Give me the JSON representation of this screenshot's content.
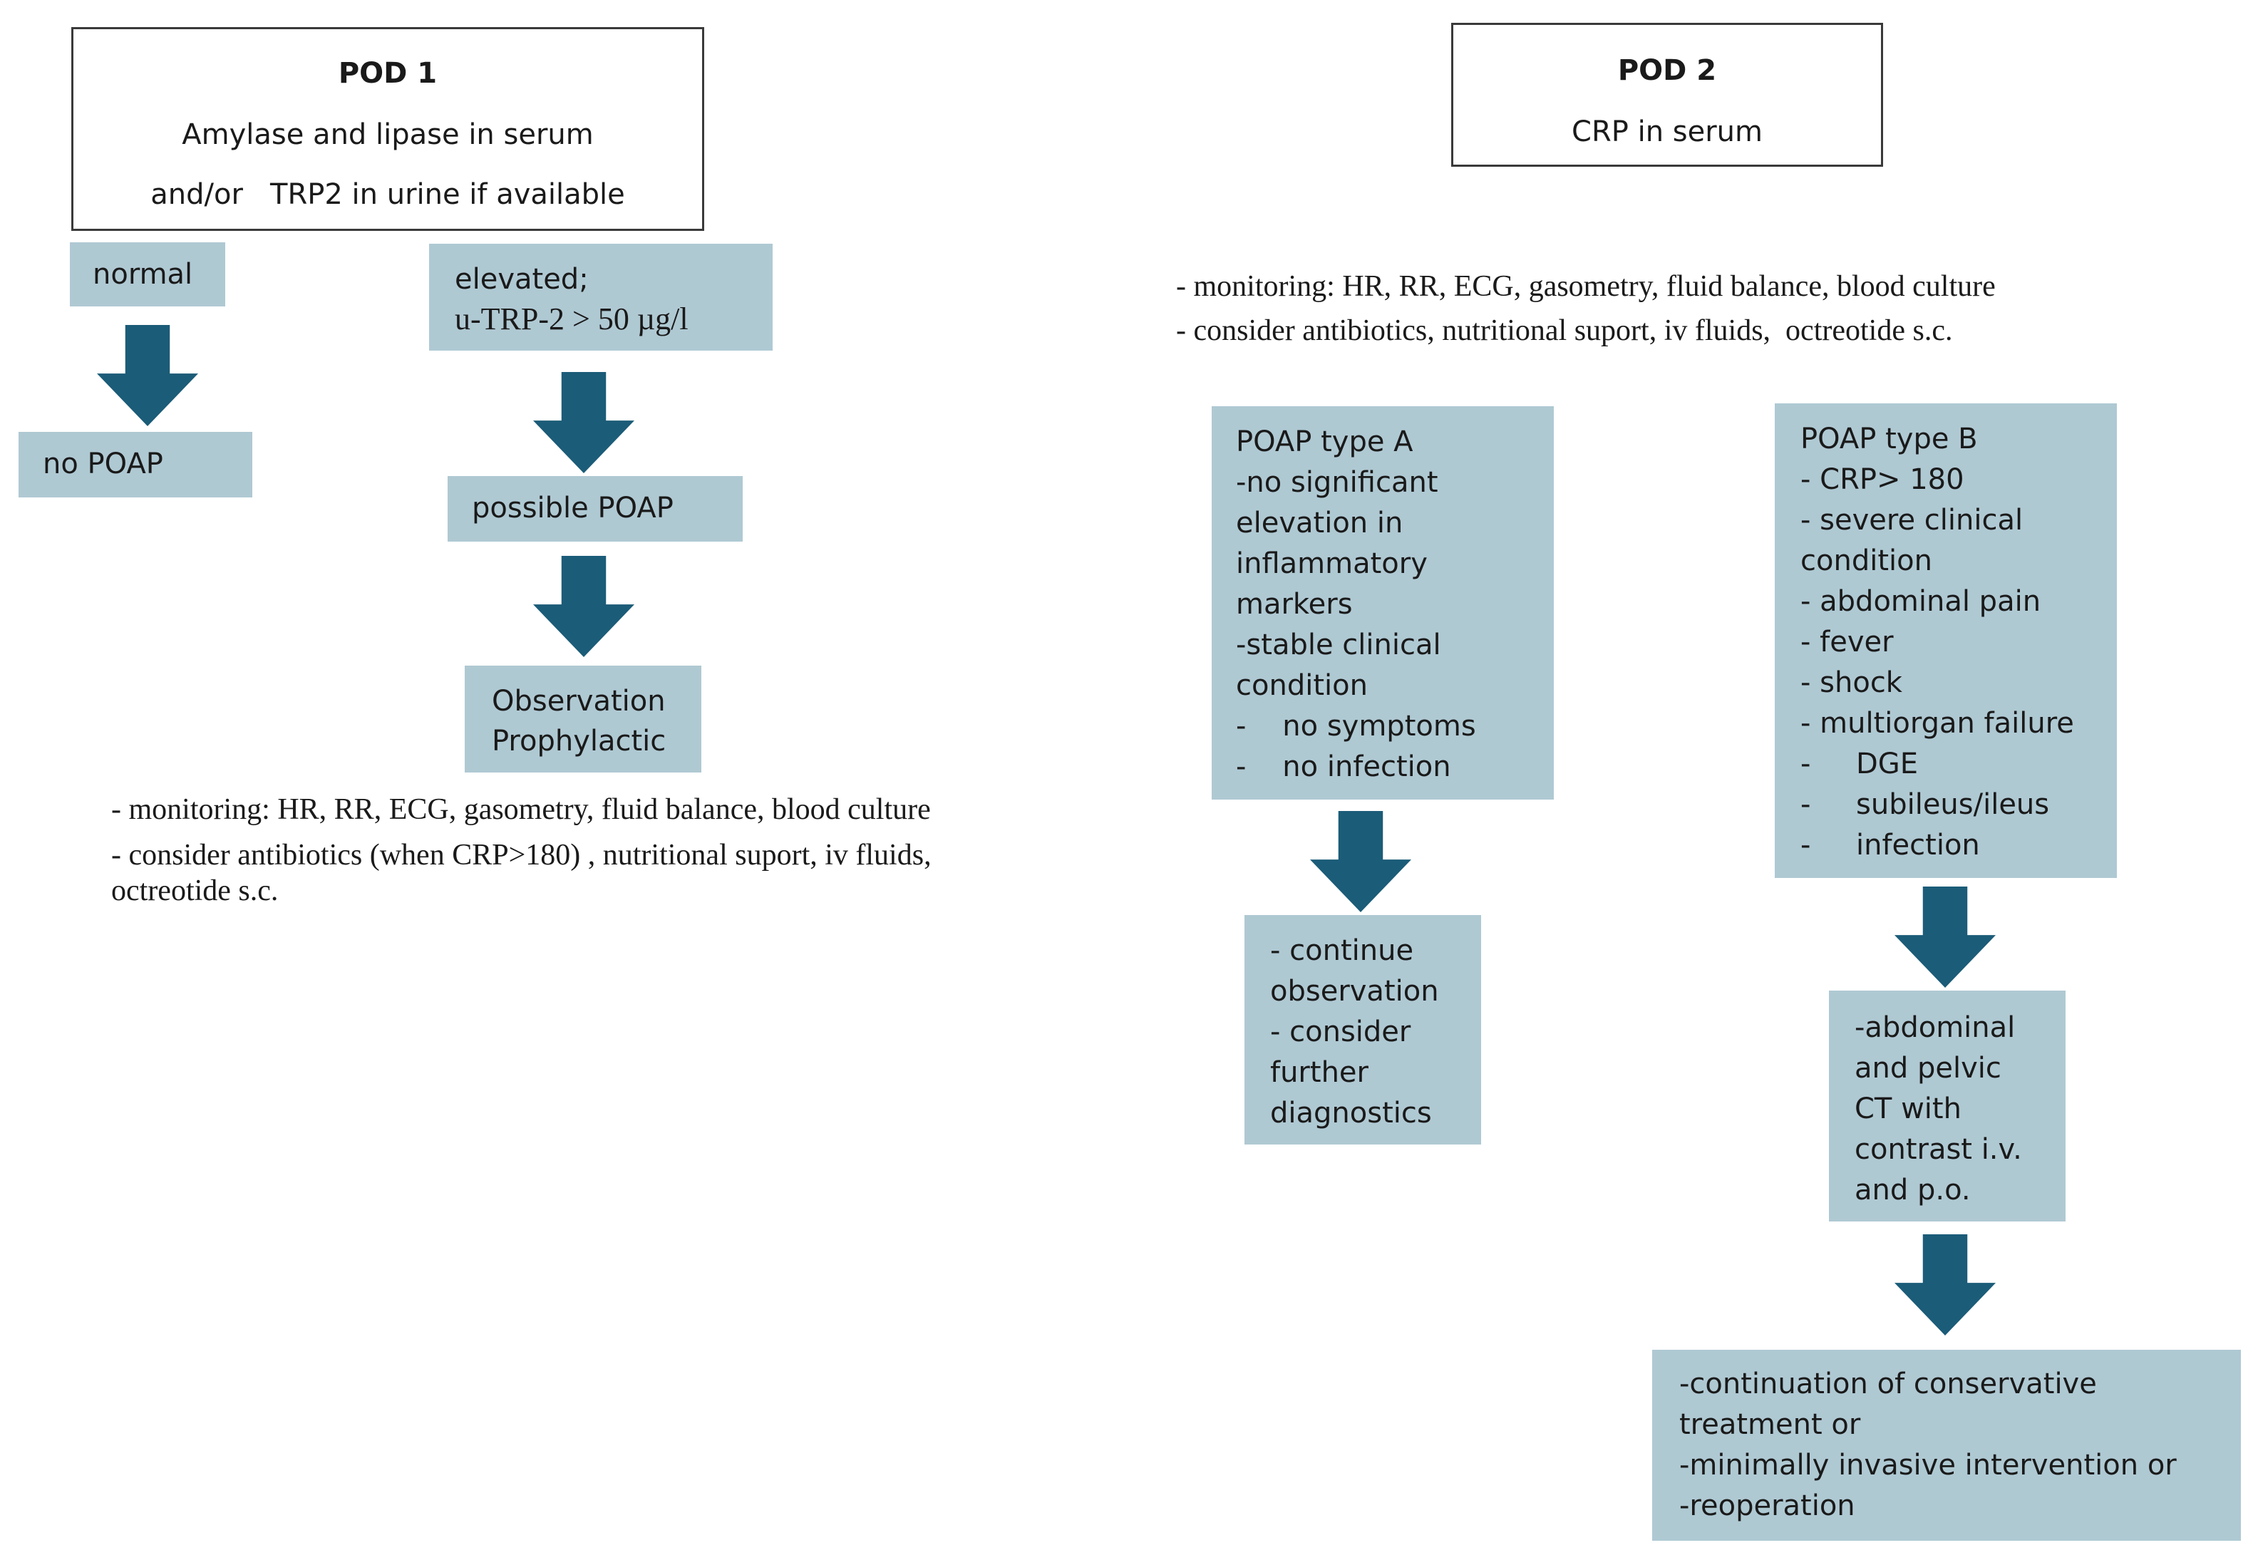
{
  "colors": {
    "box_fill": "#afc9d3",
    "arrow": "#1b5c78",
    "border": "#3a3a3a"
  },
  "pod1": {
    "title": "POD 1",
    "line1": "Amylase and lipase in serum",
    "line2": "and/or   TRP2 in urine if available",
    "normal": "normal",
    "no_poap": "no POAP",
    "elevated_1": "elevated;",
    "elevated_2": "u-TRP-2 > 50 µg/l",
    "possible": "possible POAP",
    "observation_1": "Observation",
    "observation_2": "Prophylactic",
    "note_1": "- monitoring: HR, RR, ECG, gasometry, fluid balance, blood culture",
    "note_2": "- consider antibiotics (when CRP>180) , nutritional suport, iv fluids,",
    "note_3": "octreotide s.c."
  },
  "pod2": {
    "title": "POD 2",
    "line1": "CRP in serum",
    "note_1": "- monitoring: HR, RR, ECG, gasometry, fluid balance, blood culture",
    "note_2": "- consider antibiotics, nutritional suport, iv fluids,  octreotide s.c.",
    "type_a": [
      "POAP type A",
      "-no significant",
      "elevation in",
      "inflammatory",
      "markers",
      "-stable clinical",
      "condition",
      "-    no symptoms",
      "-    no infection"
    ],
    "type_a_next": [
      "- continue",
      "observation",
      "- consider",
      "further",
      "diagnostics"
    ],
    "type_b": [
      "POAP type B",
      "- CRP> 180",
      "- severe clinical",
      "condition",
      "- abdominal pain",
      "- fever",
      "- shock",
      "- multiorgan failure",
      "-     DGE",
      "-     subileus/ileus",
      "-     infection"
    ],
    "type_b_ct": [
      "-abdominal",
      "and pelvic",
      "CT with",
      "contrast i.v.",
      "and p.o."
    ],
    "type_b_final": [
      "-continuation of conservative",
      "treatment or",
      "-minimally invasive intervention or",
      "-reoperation"
    ]
  }
}
